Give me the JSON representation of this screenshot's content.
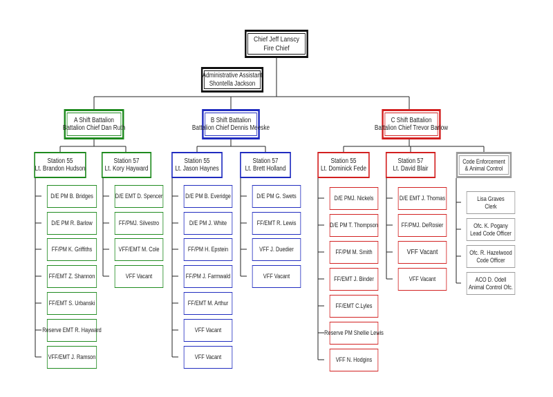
{
  "chief": {
    "line1": "Chief Jeff Lanscy",
    "line2": "Fire Chief"
  },
  "admin": {
    "line1": "Administrative Assistant",
    "line2": "Shontella Jackson"
  },
  "a_shift": {
    "title": {
      "line1": "A Shift Battalion",
      "line2": "Battalion Chief Dan Ruth"
    },
    "st55": {
      "line1": "Station 55",
      "line2": "Lt. Brandon Hudson",
      "members": [
        "D/E PM B. Bridges",
        "D/E PM R. Barlow",
        "FF/PM K. Griffiths",
        "FF/EMT Z. Shannon",
        "FF/EMT S. Urbanski",
        "Reserve EMT R. Hayward",
        "VFF/EMT J. Ramson"
      ]
    },
    "st57": {
      "line1": "Station 57",
      "line2": "Lt. Kory Hayward",
      "members": [
        "D/E EMT D. Spencer",
        "FF/PMJ. Silvestro",
        "VFF/EMT M. Cole",
        "VFF Vacant"
      ]
    }
  },
  "b_shift": {
    "title": {
      "line1": "B Shift Battalion",
      "line2": "Battalion Chief Dennis Meeske"
    },
    "st55": {
      "line1": "Station 55",
      "line2": "Lt. Jason Haynes",
      "members": [
        "D/E PM B. Everidge",
        "D/E PM J. White",
        "FF/PM H. Epstein",
        "FF/PM J. Farmwald",
        "FF/EMT M. Arthur",
        "VFF Vacant",
        "VFF Vacant"
      ]
    },
    "st57": {
      "line1": "Station 57",
      "line2": "Lt. Brett Holland",
      "members": [
        "D/E PM G. Swets",
        "FF/EMT R. Lewis",
        "VFF J. Duedier",
        "VFF Vacant"
      ]
    }
  },
  "c_shift": {
    "title": {
      "line1": "C Shift Battalion",
      "line2": "Battalion Chief Trevor Barlow"
    },
    "st55": {
      "line1": "Station 55",
      "line2": "Lt. Dominick Fede",
      "members": [
        "D/E PMJ. Nickels",
        "D/E PM T. Thompson",
        "FF/PM M. Smith",
        "FF/EMT J. Binder",
        "FF/EMT C.Lyles",
        "Reserve PM Shellie Lewis",
        "VFF N. Hodgins"
      ]
    },
    "st57": {
      "line1": "Station 57",
      "line2": "Lt. David Blair",
      "members": [
        "D/E EMT J. Thomas",
        "FF/PMJ. DeRosier",
        "VFF Vacant",
        "VFF Vacant"
      ]
    }
  },
  "code": {
    "line1": "Code Enforcement",
    "line2": "& Animal Control",
    "members": [
      {
        "line1": "Lisa Graves",
        "line2": "Clerk"
      },
      {
        "line1": "Ofc. K. Pogany",
        "line2": "Lead Code Officer"
      },
      {
        "line1": "Ofc. R. Hazelwood",
        "line2": "Code Officer"
      },
      {
        "line1": "ACO D. Odell",
        "line2": "Animal Control Ofc."
      }
    ]
  },
  "colors": {
    "a_shift": "#1e8a1e",
    "b_shift": "#1f2bbf",
    "c_shift": "#d21f1f",
    "code": "#9a9a9a",
    "command": "#111111"
  }
}
